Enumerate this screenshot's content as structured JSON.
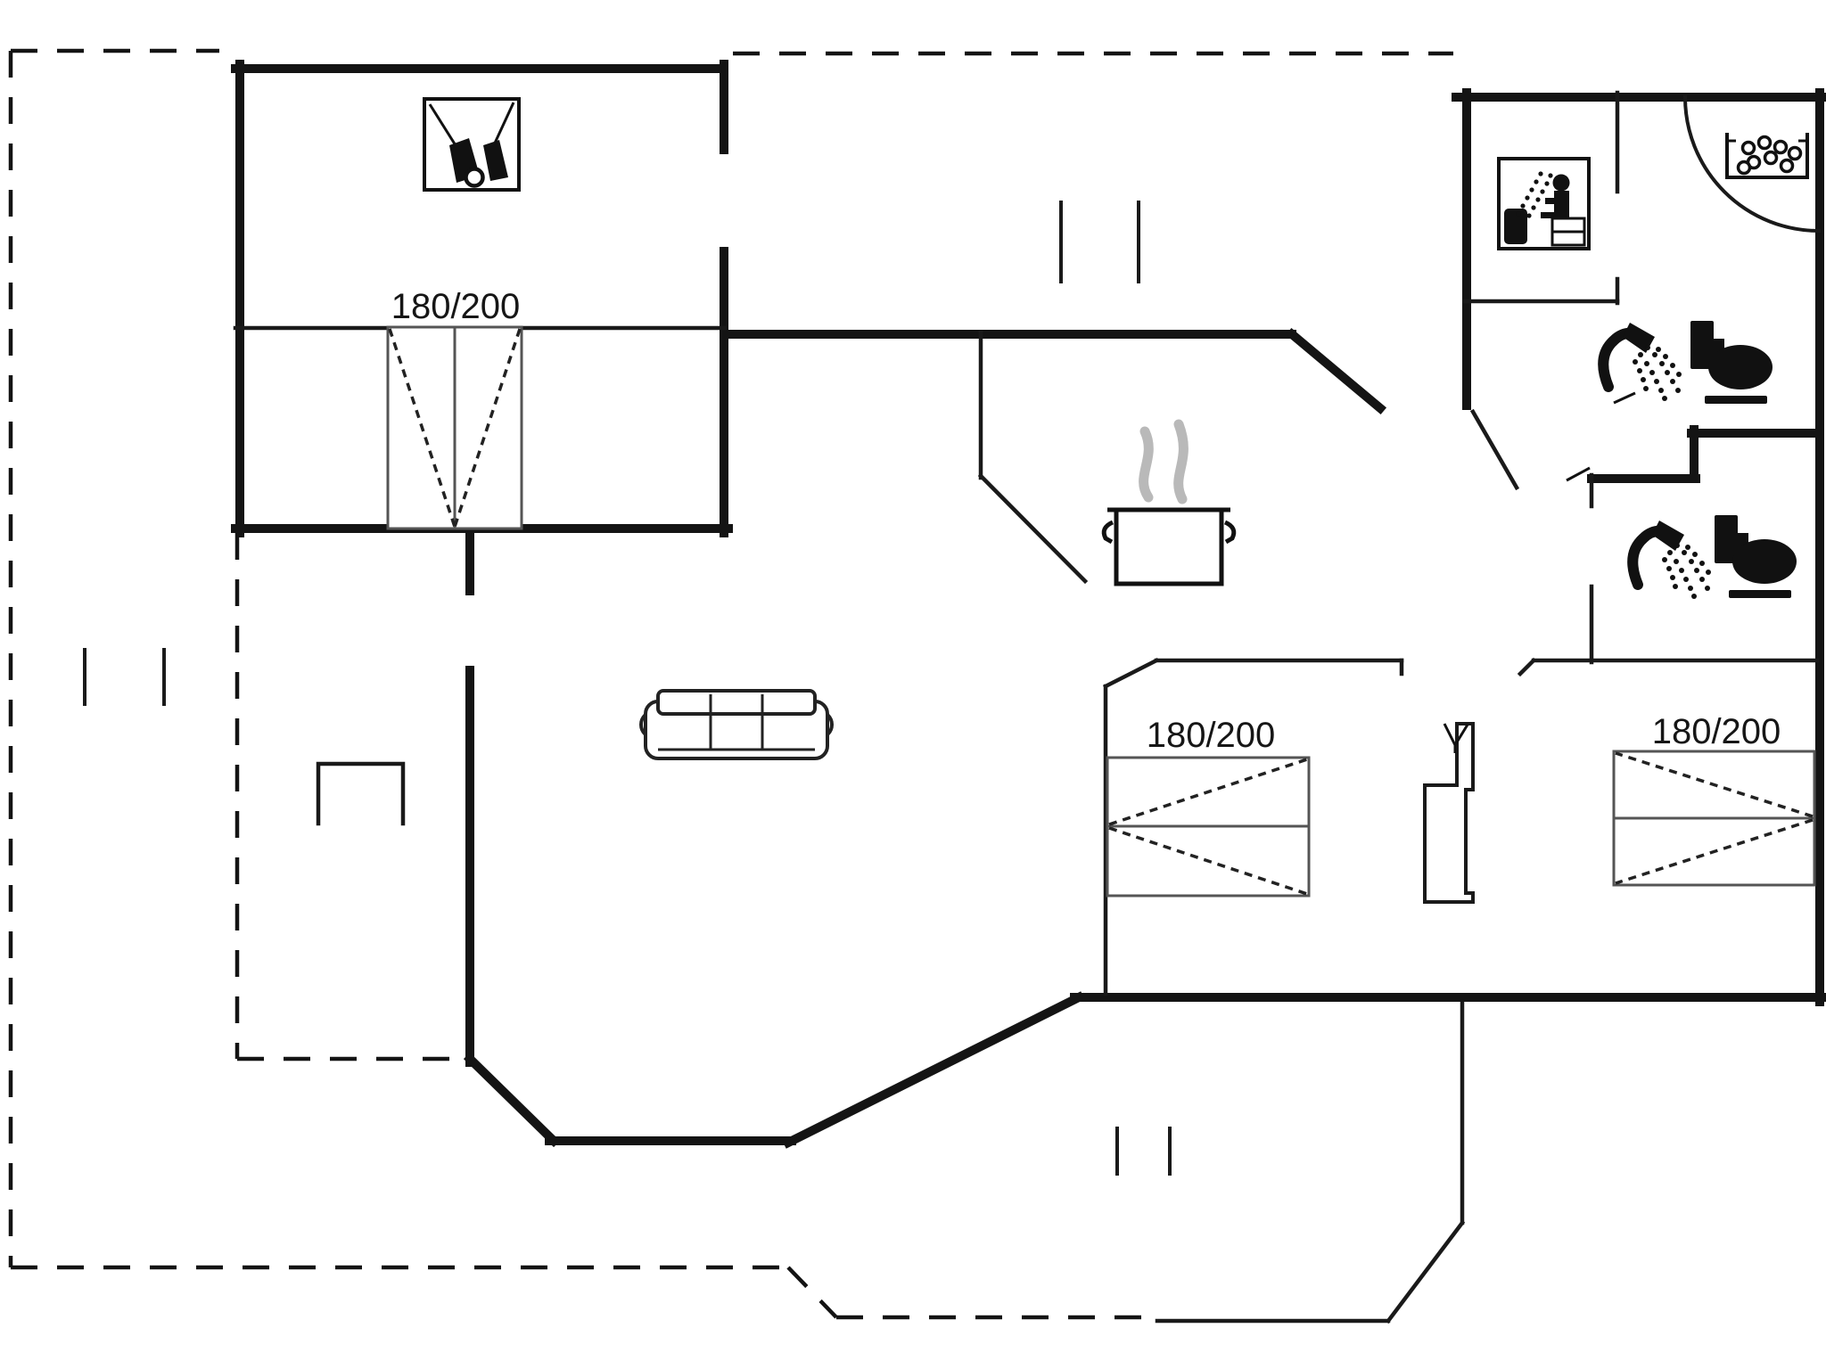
{
  "floor_plan": {
    "type": "holiday-house floor plan, black line drawing on white",
    "bed_labels": {
      "annex_bedroom": "180/200",
      "middle_bedroom": "180/200",
      "right_bedroom": "180/200"
    },
    "colors": {
      "background": "#ffffff",
      "walls": "#141414",
      "bed_outline": "#555555",
      "steam_gray": "#b9b9b9"
    },
    "icons": [
      {
        "name": "utility-tools-icon",
        "location": "annex room, top-left"
      },
      {
        "name": "sauna-icon",
        "location": "sauna room, top-right"
      },
      {
        "name": "whirlpool-icon",
        "location": "bathroom, top-right corner"
      },
      {
        "name": "shower-icon",
        "location": "upper bathroom"
      },
      {
        "name": "toilet-icon",
        "location": "upper bathroom"
      },
      {
        "name": "shower-icon",
        "location": "lower bathroom"
      },
      {
        "name": "toilet-icon",
        "location": "lower bathroom"
      },
      {
        "name": "cooking-pot-icon",
        "location": "kitchen"
      },
      {
        "name": "sofa",
        "location": "living room"
      },
      {
        "name": "double-bed",
        "count": 3
      },
      {
        "name": "chimney-vent",
        "location": "between bedrooms"
      },
      {
        "name": "door-swing-arc",
        "location": "top-right entrance"
      },
      {
        "name": "window-marks",
        "count": 3
      },
      {
        "name": "terrace-dashed-boundary",
        "location": "left and bottom"
      }
    ]
  }
}
